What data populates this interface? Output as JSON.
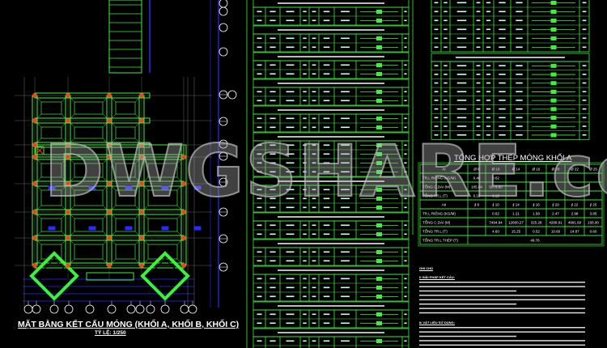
{
  "colors": {
    "background": "#000000",
    "beam": "#3cf03c",
    "dimension": "#2a2aff",
    "column": "#ff3b1f",
    "text": "#ffffff",
    "watermark": "#9a9a9a"
  },
  "watermark": "DWGSHARE.com",
  "plan": {
    "title": "MẶT BẰNG KẾT CẤU MÓNG (KHỐI A, KHỐI B, KHỐI C)",
    "scale": "TỶ LỆ: 1/250",
    "axis_bubble_icon": "axis-bubble-icon"
  },
  "summary": {
    "title": "TỔNG HỢP THÉP MÓNG KHỐI A",
    "group1_label": "AI",
    "group1_cols": [
      "Ø 8",
      "Ø 10",
      "Ø 14",
      "Ø 16",
      "Ø 20",
      "Ø 22",
      "Ø 25"
    ],
    "group1_rows": [
      {
        "label": "TR.L RIÊNG (KG/M)",
        "values": [
          "0.40",
          "0.62",
          "",
          "",
          "",
          "",
          ""
        ]
      },
      {
        "label": "TỔNG C.DÀI (M)",
        "values": [
          "105.04",
          "5079.60",
          "",
          "",
          "",
          "",
          ""
        ]
      },
      {
        "label": "TỔNG TR.L (T)",
        "values": [
          "0.18",
          "3.15",
          "",
          "",
          "",
          "",
          ""
        ]
      }
    ],
    "group2_label": "AII",
    "group2_cols": [
      "∮ 8",
      "∮ 10",
      "∮ 14",
      "∮ 16",
      "∮ 20",
      "∮ 22",
      "∮ 25"
    ],
    "group2_rows": [
      {
        "label": "TR.L RIÊNG (KG/M)",
        "values": [
          "",
          "0.62",
          "1.21",
          "1.58",
          "2.47",
          "2.98",
          "3.85"
        ]
      },
      {
        "label": "TỔNG C.DÀI (M)",
        "values": [
          "",
          "7494.94",
          "12600.27",
          "325.28",
          "4289.91",
          "4991.60",
          "156.00"
        ]
      },
      {
        "label": "TỔNG TR.L (T)",
        "values": [
          "",
          "4.60",
          "15.25",
          "0.52",
          "10.60",
          "14.87",
          "0.60"
        ]
      }
    ],
    "total_label": "TỔNG TR.L THÉP (T)",
    "total_value": "49.76"
  },
  "notes": {
    "title": "GHI CHÚ",
    "section1": "I/ GIẢI PHÁP KẾT CẤU:",
    "section2": "II/ VẬT LIỆU SỬ DỤNG:"
  }
}
